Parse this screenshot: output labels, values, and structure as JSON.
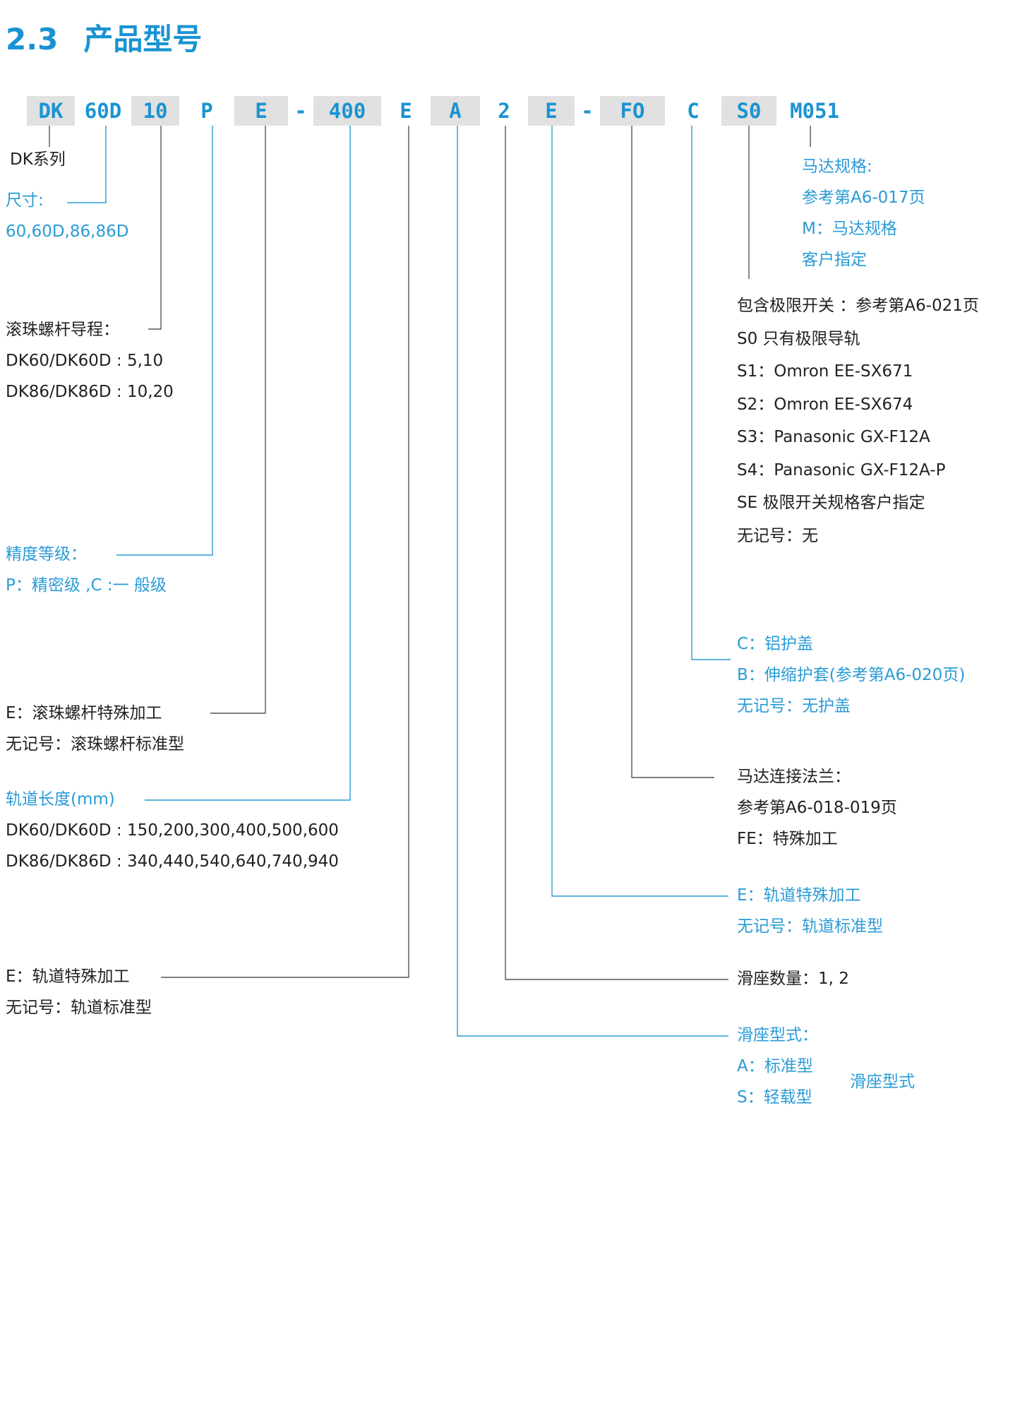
{
  "heading": {
    "number": "2.3",
    "text": "产品型号"
  },
  "code": [
    "DK",
    "60D",
    "10",
    "P",
    "E",
    "-",
    "400",
    "E",
    "A",
    "2",
    "E",
    "-",
    "FO",
    "C",
    "S0",
    "M051"
  ],
  "labels": {
    "series": "DK系列",
    "size": [
      "尺寸:",
      "60,60D,86,86D"
    ],
    "lead": [
      "滚珠螺杆导程：",
      "DK60/DK60D : 5,10",
      "DK86/DK86D : 10,20"
    ],
    "precision": [
      "精度等级：",
      "P：精密级 ,C  :一 般级"
    ],
    "screw_special": [
      "E：滚珠螺杆特殊加工",
      "无记号：滚珠螺杆标准型"
    ],
    "rail_length": [
      "轨道长度(mm)",
      "DK60/DK60D : 150,200,300,400,500,600",
      "DK86/DK86D : 340,440,540,640,740,940"
    ],
    "rail_special_left": [
      "E：轨道特殊加工",
      "无记号：轨道标准型"
    ],
    "motor_spec": [
      "马达规格:",
      "参考第A6-017页",
      "M：马达规格",
      "客户指定"
    ],
    "limit_switch": [
      "包含极限开关 ：参考第A6-021页",
      "S0    只有极限导轨",
      "S1：Omron EE-SX671",
      "S2：Omron EE-SX674",
      "S3：Panasonic GX-F12A",
      "S4：Panasonic GX-F12A-P",
      "SE    极限开关规格客户指定",
      "无记号：无"
    ],
    "cover": [
      "C：铝护盖",
      "B：伸缩护套(参考第A6-020页)",
      "无记号：无护盖"
    ],
    "flange": [
      "马达连接法兰：",
      "参考第A6-018-019页",
      "FE：特殊加工"
    ],
    "rail_special_right": [
      "E：轨道特殊加工",
      "无记号：轨道标准型"
    ],
    "slider_count": "滑座数量：1, 2",
    "slider_type": [
      "滑座型式：",
      "A：标准型",
      "S：轻载型"
    ],
    "slider_type_side": "滑座型式"
  },
  "colors": {
    "accent": "#1a93d2",
    "text": "#231f20",
    "box": "#e1e1e1"
  }
}
